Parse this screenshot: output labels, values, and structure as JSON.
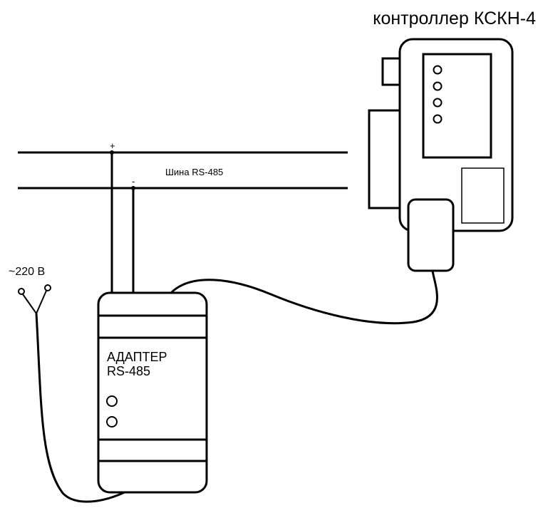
{
  "controller": {
    "title": "контроллер КСКН-4"
  },
  "bus": {
    "label": "Шина RS-485",
    "plus": "+",
    "minus": "-"
  },
  "power": {
    "label": "~220 В"
  },
  "adapter": {
    "line1": "АДАПТЕР",
    "line2": "RS-485"
  },
  "colors": {
    "ink": "#000000",
    "background": "#ffffff"
  }
}
